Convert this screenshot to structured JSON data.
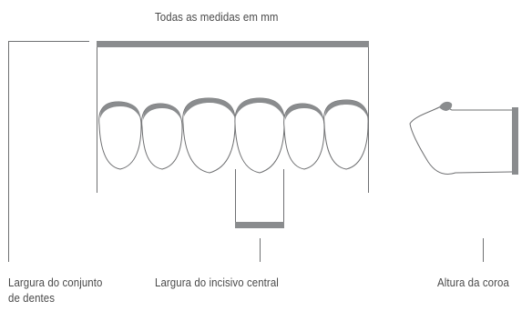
{
  "title": "Todas as medidas em mm",
  "labels": {
    "set_width_line1": "Largura do conjunto",
    "set_width_line2": "de dentes",
    "central_incisor_width": "Largura do incisivo central",
    "crown_height": "Altura da coroa"
  },
  "colors": {
    "measure_bar": "#8a8c8e",
    "outline": "#6f7072",
    "enamel": "#8a8c8e",
    "text": "#4a4a4a"
  },
  "icons": [
    "front-teeth-outline",
    "tooth-profile-outline"
  ]
}
